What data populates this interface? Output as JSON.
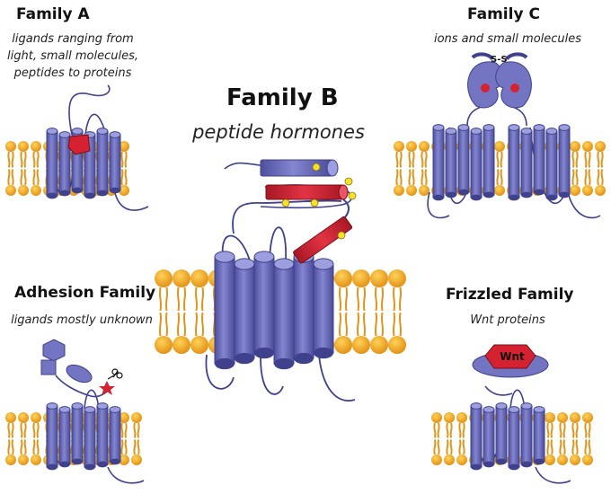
{
  "families": [
    {
      "id": "a",
      "title": "Family A",
      "subtitle_lines": [
        "ligands ranging from",
        "light, small molecules,",
        "peptides to proteins"
      ]
    },
    {
      "id": "b",
      "title": "Family B",
      "subtitle_lines": [
        "peptide hormones"
      ]
    },
    {
      "id": "c",
      "title": "Family C",
      "subtitle_lines": [
        "ions and small molecules"
      ],
      "label_disulfide": "S-S"
    },
    {
      "id": "adhesion",
      "title": "Adhesion Family",
      "subtitle_lines": [
        "ligands mostly unknown"
      ]
    },
    {
      "id": "frizzled",
      "title": "Frizzled Family",
      "subtitle_lines": [
        "Wnt proteins"
      ],
      "ligand_label": "Wnt"
    }
  ],
  "colors": {
    "helix": "#7375c2",
    "helix_dark": "#3f418c",
    "ligand_red": "#d42231",
    "lipid_head": "#f0a818",
    "lipid_tail": "#e2951a",
    "ligand_yellow": "#f5e02a"
  }
}
